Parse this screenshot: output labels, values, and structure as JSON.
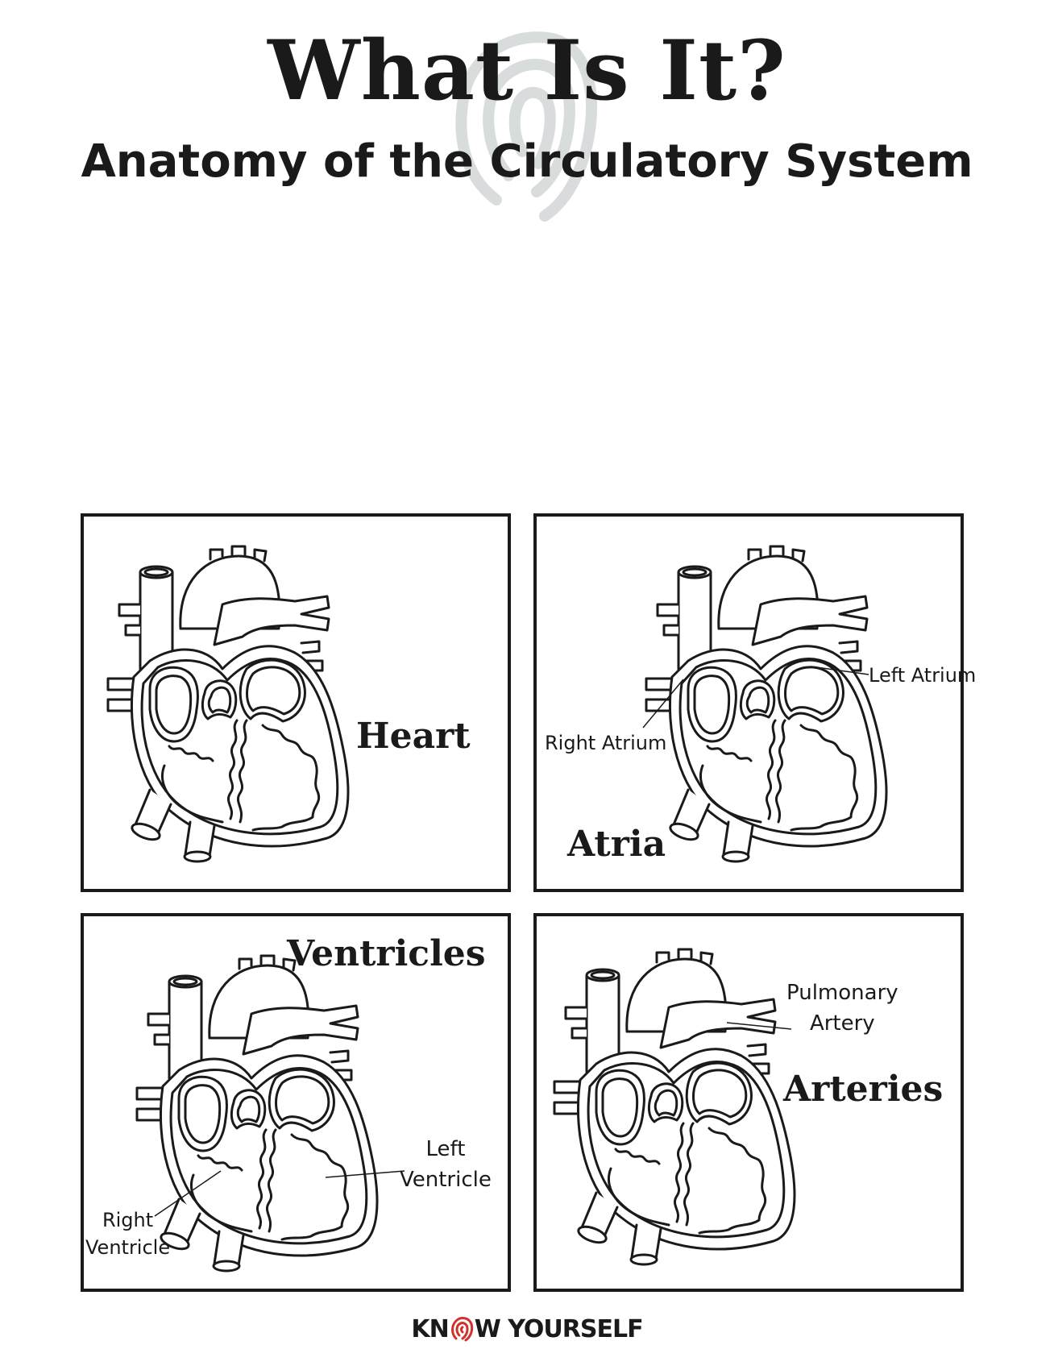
{
  "header": {
    "title": "What Is It?",
    "subtitle": "Anatomy of the Circulatory System"
  },
  "panels": {
    "heart": {
      "label": "Heart"
    },
    "atria": {
      "label": "Atria",
      "left_part": "Left Atrium",
      "right_part": "Right Atrium"
    },
    "ventricles": {
      "label": "Ventricles",
      "left_part_line1": "Left",
      "left_part_line2": "Ventricle",
      "right_part_line1": "Right",
      "right_part_line2": "Ventricle"
    },
    "arteries": {
      "label": "Arteries",
      "part_line1": "Pulmonary",
      "part_line2": "Artery"
    }
  },
  "footer": {
    "brand_before": "KN",
    "brand_after": "W YOURSELF",
    "logo_icon": "fingerprint-icon"
  },
  "colors": {
    "ink": "#1a1a1a",
    "watermark": "#d9dcdc"
  }
}
